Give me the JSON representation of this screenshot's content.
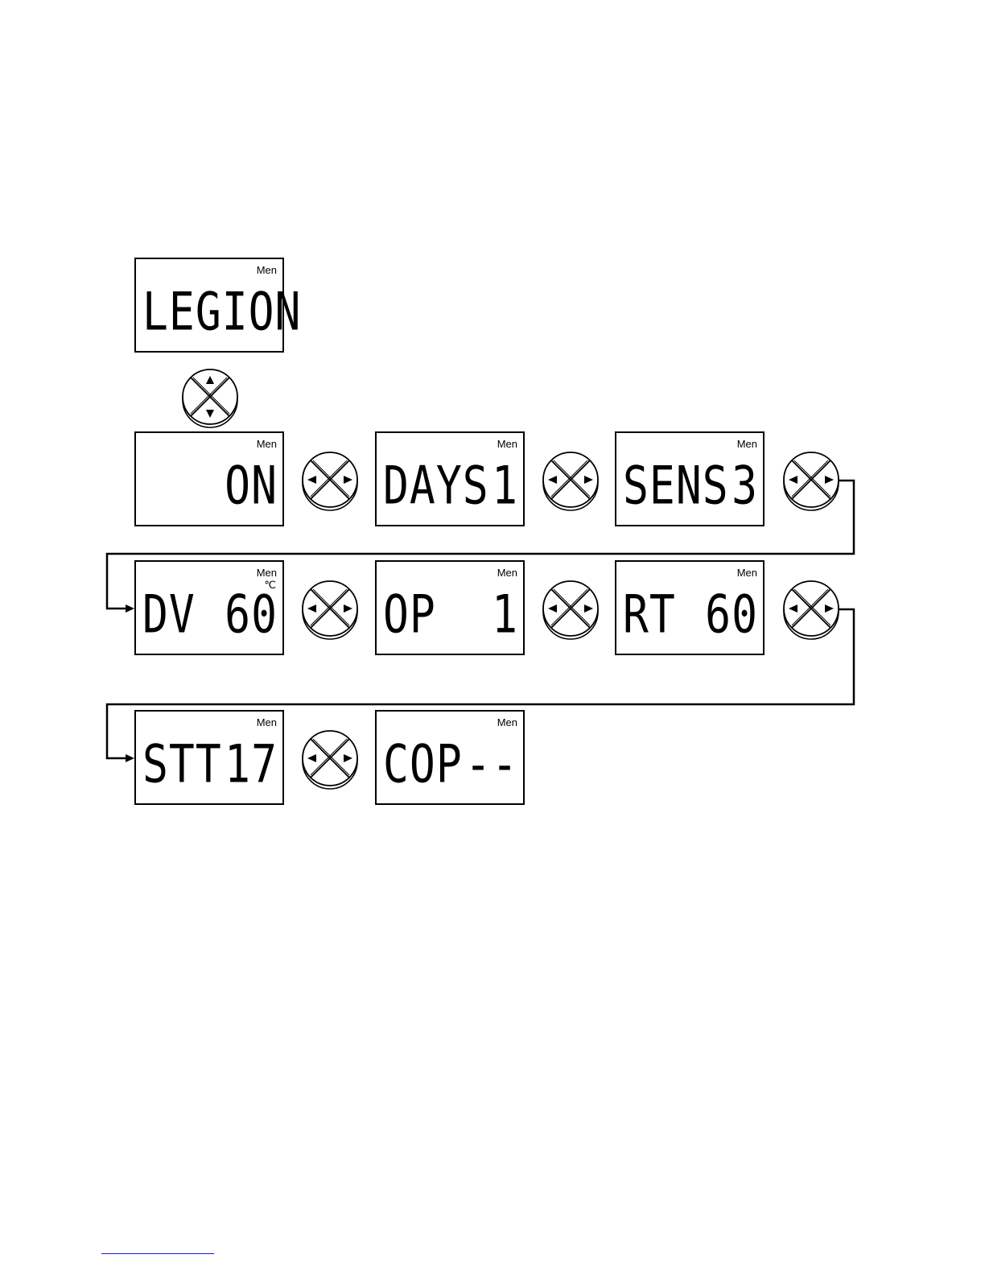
{
  "screens": {
    "legion": {
      "menu": "Men",
      "left": "LEGION",
      "right": ""
    },
    "on": {
      "menu": "Men",
      "left": "",
      "right": "ON"
    },
    "days": {
      "menu": "Men",
      "left": "DAYS",
      "right": "1"
    },
    "sens": {
      "menu": "Men",
      "left": "SENS",
      "right": "3"
    },
    "dv": {
      "menu": "Men",
      "unit": "℃",
      "left": "DV",
      "right": "60"
    },
    "op": {
      "menu": "Men",
      "left": "OP",
      "right": "1"
    },
    "rt": {
      "menu": "Men",
      "left": "RT",
      "right": "60"
    },
    "stt": {
      "menu": "Men",
      "left": "STT",
      "right": "17"
    },
    "cop": {
      "menu": "Men",
      "left": "COP",
      "right": "--"
    }
  },
  "dials": {
    "updown": {
      "icon": "up-down-navigation-dial-icon"
    },
    "leftright": {
      "icon": "left-right-navigation-dial-icon"
    }
  },
  "colors": {
    "line": "#000000",
    "background": "#ffffff",
    "footer_rule": "#1a1ad8"
  }
}
